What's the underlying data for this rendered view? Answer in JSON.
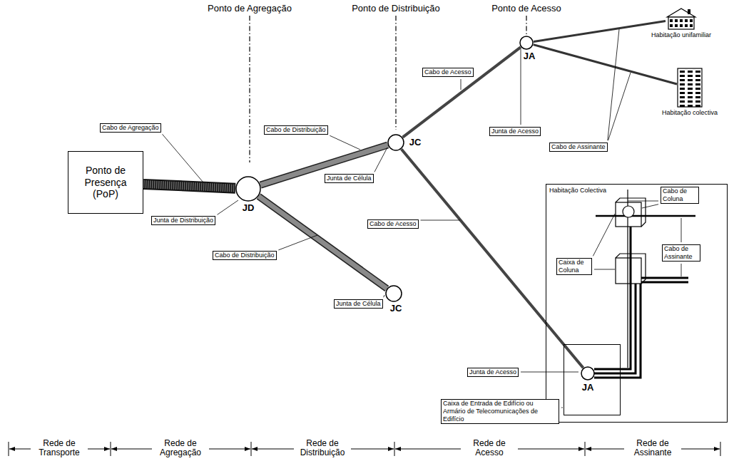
{
  "diagram": {
    "nodes": [
      {
        "text": [
          "Ponto de Presença (PoP)"
        ]
      },
      {
        "text": [
          "JD"
        ]
      },
      {
        "text": [
          "JC"
        ]
      },
      {
        "text": [
          "JC"
        ]
      },
      {
        "text": [
          "JA"
        ]
      },
      {
        "text": [
          "Habitação unifamiliar"
        ]
      },
      {
        "text": [
          "Habitação colectiva"
        ]
      },
      {
        "text": [
          "Habitação Colectiva"
        ]
      },
      {
        "text": [
          "JA"
        ],
        "in": 7
      }
    ],
    "edges": [
      {
        "from": 0,
        "to": 1,
        "arrow": "none"
      },
      {
        "from": 1,
        "to": 2,
        "arrow": "none"
      },
      {
        "from": 1,
        "to": 3,
        "arrow": "none"
      },
      {
        "from": 2,
        "to": 4,
        "arrow": "none"
      },
      {
        "from": 2,
        "to": 8,
        "arrow": "none"
      },
      {
        "from": 4,
        "to": 5,
        "arrow": "none"
      },
      {
        "from": 4,
        "to": 6,
        "arrow": "none"
      }
    ],
    "labels": [
      "Ponto de Agregação",
      "Ponto de Distribuição",
      "Ponto de Acesso",
      "Cabo de Agregação",
      "Junta de Distribuição",
      "Cabo de Distribuição",
      "Junta de Célula",
      "Cabo de Acesso",
      "Junta de Acesso",
      "Cabo de Assinante",
      "Cabo de Acesso",
      "Cabo de Distribuição",
      "Junta de Célula",
      "Junta de Acesso",
      "Caixa de Entrada de Edifício ou Armário de Telecomunicações de Edifício",
      "Cabo de Coluna",
      "Caixa de Coluna",
      "Cabo de Assinante",
      "Rede de Transporte",
      "Rede de Agregação",
      "Rede de Distribuição",
      "Rede de Acesso",
      "Rede de Assinante"
    ]
  }
}
